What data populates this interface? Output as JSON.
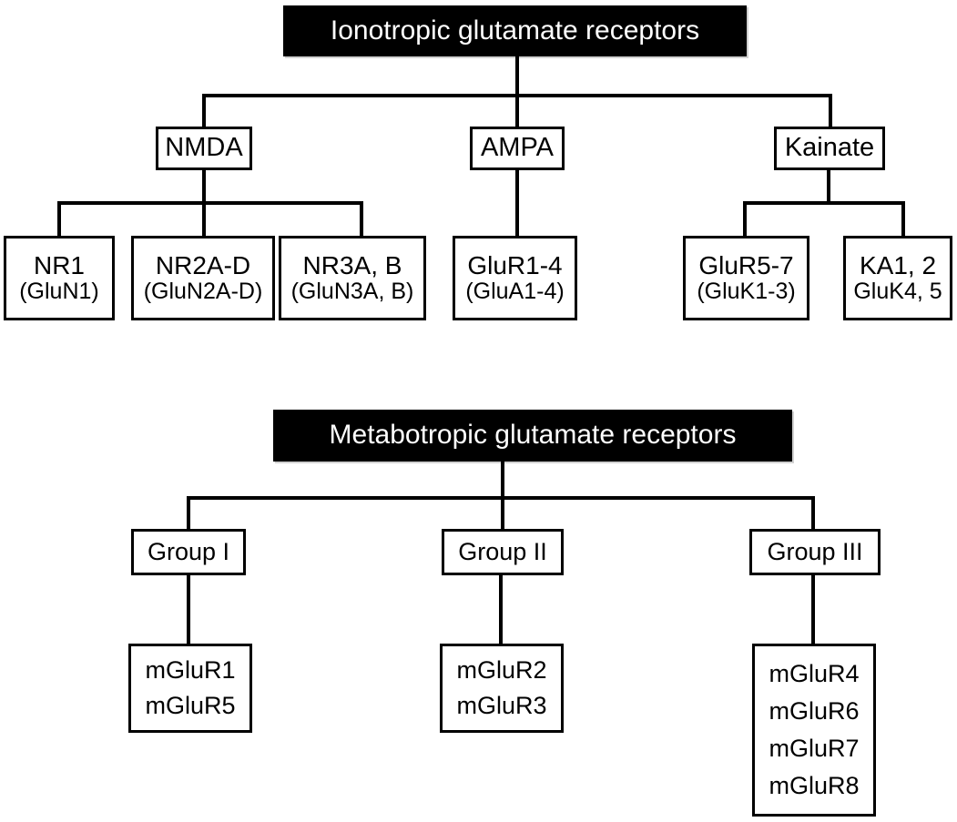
{
  "diagram": {
    "title_ionotropic": "Ionotropic glutamate receptors",
    "title_metabotropic": "Metabotropic glutamate receptors",
    "colors": {
      "header_bg": "#000000",
      "header_text": "#ffffff",
      "box_border": "#000000",
      "box_bg": "#ffffff",
      "line": "#000000",
      "page_bg": "#ffffff"
    }
  },
  "ionotropic": {
    "header": "Ionotropic glutamate receptors",
    "families": [
      {
        "label": "NMDA"
      },
      {
        "label": "AMPA"
      },
      {
        "label": "Kainate"
      }
    ],
    "subunits": {
      "nmda": [
        {
          "line1": "NR1",
          "line2": "(GluN1)"
        },
        {
          "line1": "NR2A-D",
          "line2": "(GluN2A-D)"
        },
        {
          "line1": "NR3A, B",
          "line2": "(GluN3A, B)"
        }
      ],
      "ampa": [
        {
          "line1": "GluR1-4",
          "line2": "(GluA1-4)"
        }
      ],
      "kainate": [
        {
          "line1": "GluR5-7",
          "line2": "(GluK1-3)"
        },
        {
          "line1": "KA1, 2",
          "line2": "GluK4, 5"
        }
      ]
    }
  },
  "metabotropic": {
    "header": "Metabotropic glutamate receptors",
    "groups": [
      {
        "label": "Group I"
      },
      {
        "label": "Group II"
      },
      {
        "label": "Group III"
      }
    ],
    "members": {
      "group_i": {
        "line1": "mGluR1",
        "line2": "mGluR5",
        "line3": "",
        "line4": ""
      },
      "group_ii": {
        "line1": "mGluR2",
        "line2": "mGluR3",
        "line3": "",
        "line4": ""
      },
      "group_iii": {
        "line1": "mGluR4",
        "line2": "mGluR6",
        "line3": "mGluR7",
        "line4": "mGluR8"
      }
    }
  }
}
